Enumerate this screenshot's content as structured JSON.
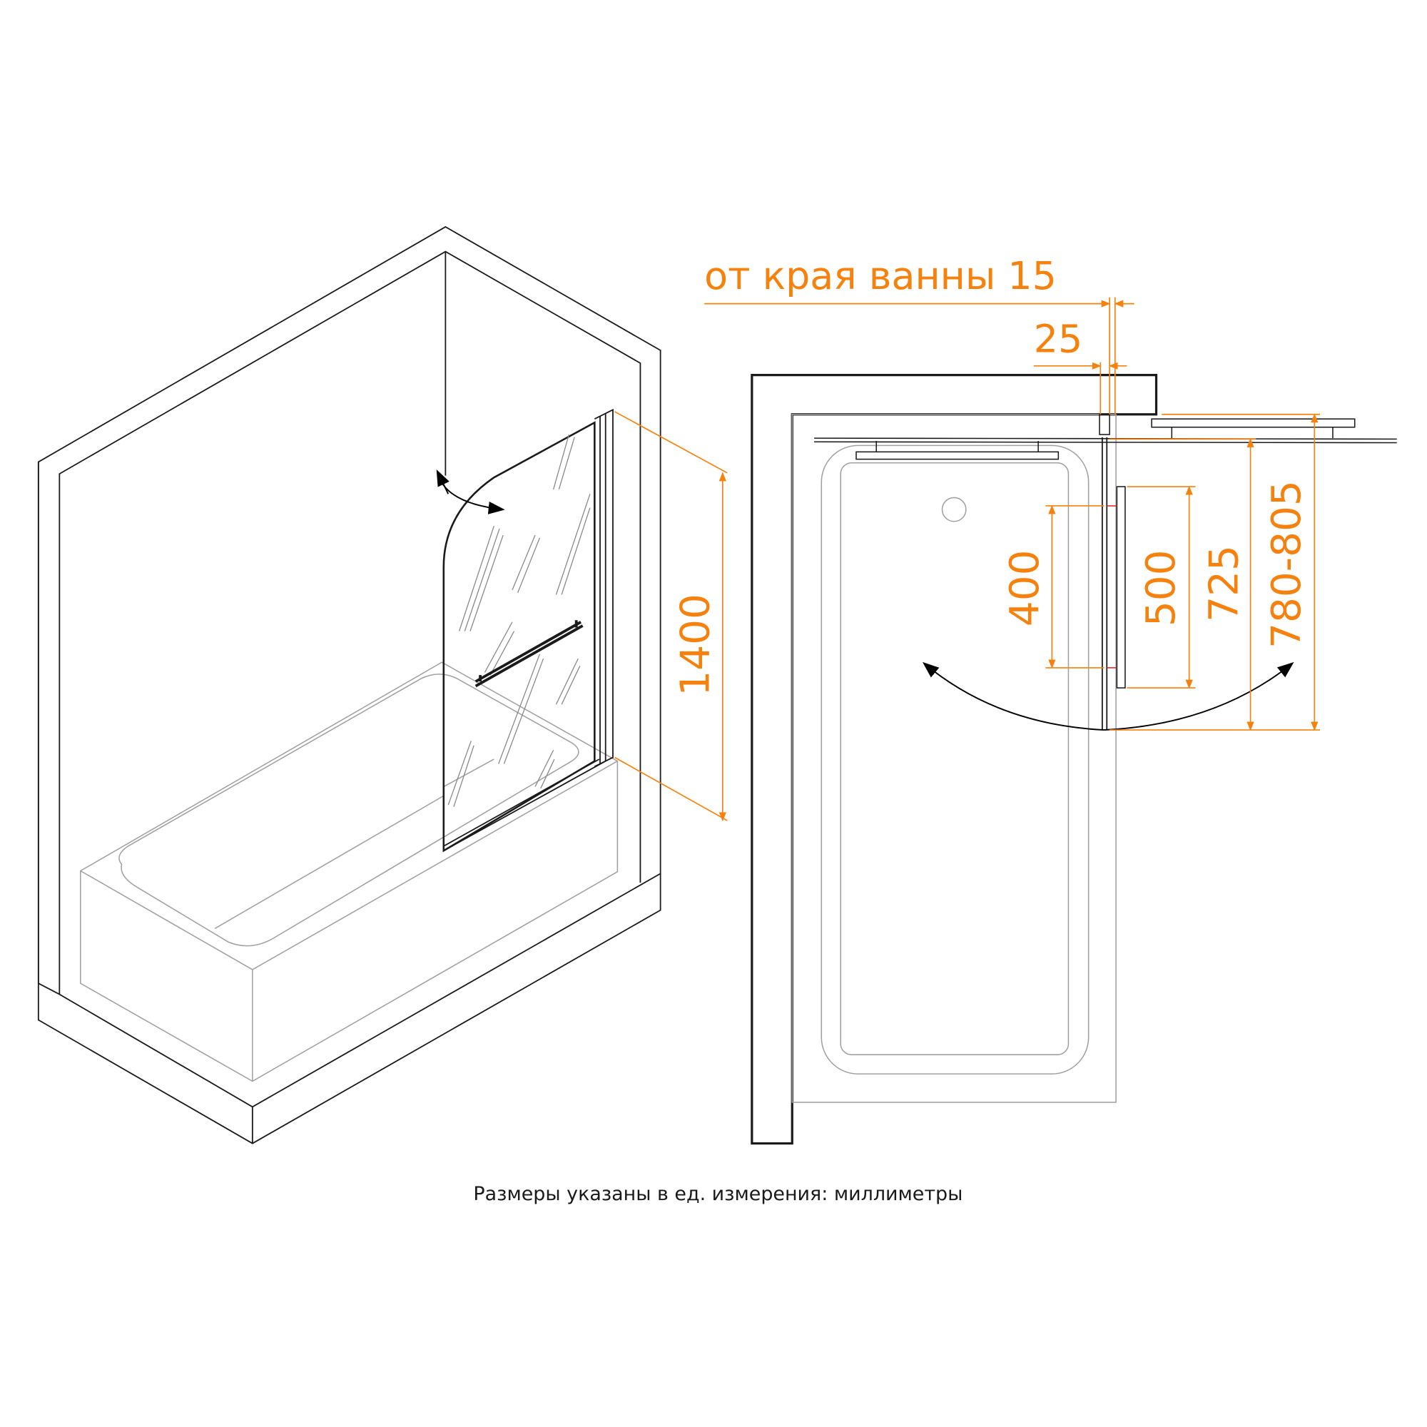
{
  "colors": {
    "dimension": "#f5820f",
    "line": "#1a1a1a",
    "fixture": "#a0a0a0",
    "marker": "#e02020"
  },
  "iso_view": {
    "height_label": "1400"
  },
  "plan_view": {
    "offset_label": "от края ванны 15",
    "gap_label": "25",
    "dim_400": "400",
    "dim_500": "500",
    "dim_725": "725",
    "dim_780_805": "780-805"
  },
  "caption": "Размеры указаны в ед. измерения: миллиметры"
}
